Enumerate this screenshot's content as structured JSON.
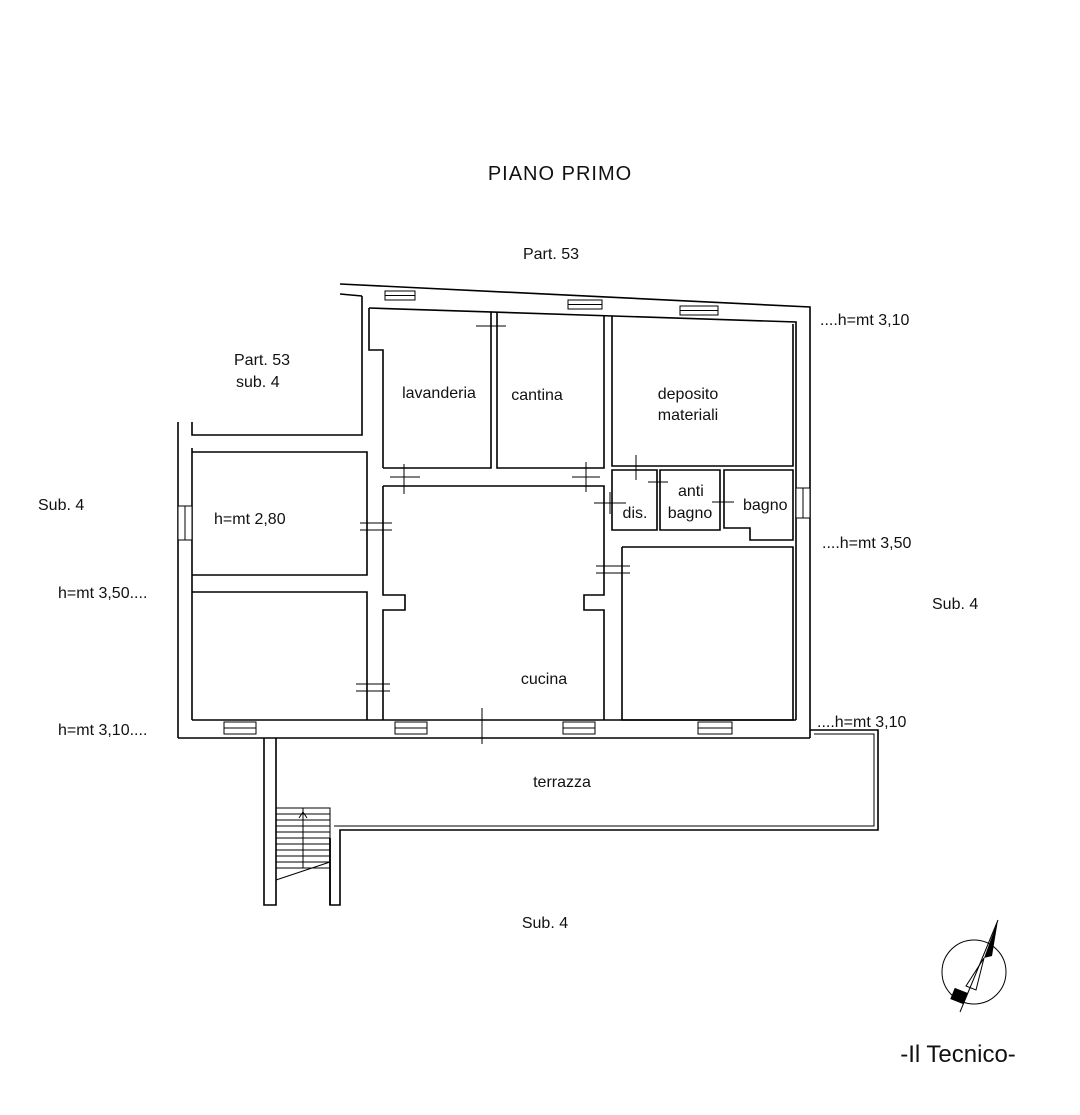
{
  "title": "PIANO PRIMO",
  "labels": {
    "part_top": "Part. 53",
    "part_left_1": "Part. 53",
    "part_left_2": "sub. 4",
    "sub_left": "Sub. 4",
    "sub_right": "Sub. 4",
    "sub_bottom": "Sub. 4",
    "h_top_right": "....h=mt 3,10",
    "h_mid_right": "....h=mt 3,50",
    "h_bottom_right": "....h=mt 3,10",
    "h_mid_left": "h=mt 3,50....",
    "h_bottom_left": "h=mt 3,10....",
    "h_room": "h=mt 2,80"
  },
  "rooms": {
    "lavanderia": "lavanderia",
    "cantina": "cantina",
    "deposito_1": "deposito",
    "deposito_2": "materiali",
    "dis": "dis.",
    "antibagno_1": "anti",
    "antibagno_2": "bagno",
    "bagno": "bagno",
    "cucina": "cucina",
    "terrazza": "terrazza"
  },
  "signature": "-Il Tecnico-"
}
